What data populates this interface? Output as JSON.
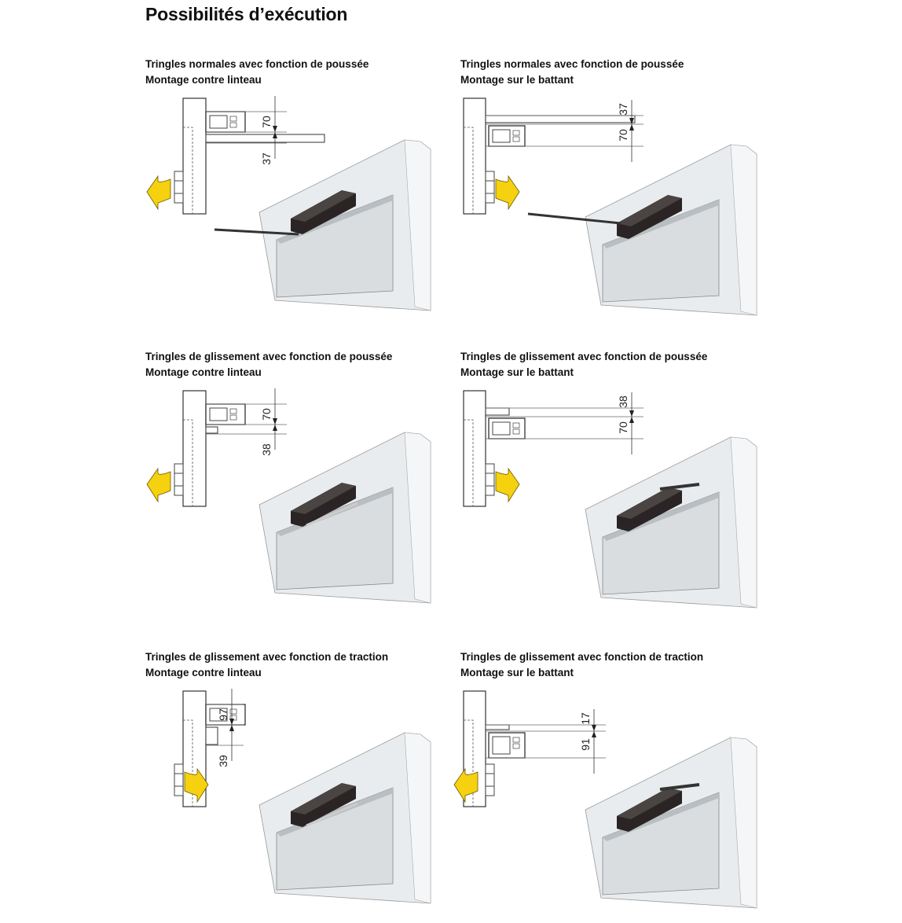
{
  "title": "Possibilités d’exécution",
  "panels": [
    {
      "line1": "Tringles normales avec fonction de poussée",
      "line2": "Montage contre linteau",
      "mount": "lintel",
      "arrow": "left",
      "dims": [
        "70",
        "37"
      ]
    },
    {
      "line1": "Tringles normales avec fonction de poussée",
      "line2": "Montage sur le battant",
      "mount": "leaf",
      "arrow": "right",
      "dims": [
        "37",
        "70"
      ]
    },
    {
      "line1": "Tringles de glissement avec fonction de poussée",
      "line2": "Montage contre linteau",
      "mount": "lintel",
      "arrow": "left",
      "dims": [
        "70",
        "38"
      ]
    },
    {
      "line1": "Tringles de glissement avec fonction de poussée",
      "line2": "Montage sur le battant",
      "mount": "leaf",
      "arrow": "right",
      "dims": [
        "38",
        "70"
      ]
    },
    {
      "line1": "Tringles de glissement avec fonction de traction",
      "line2": "Montage contre linteau",
      "mount": "lintel",
      "arrow": "right",
      "dims": [
        "97",
        "39"
      ]
    },
    {
      "line1": "Tringles de glissement avec fonction de traction",
      "line2": "Montage sur le battant",
      "mount": "leaf",
      "arrow": "left",
      "dims": [
        "17",
        "91"
      ]
    }
  ],
  "colors": {
    "arrow": "#f5d10f",
    "closer": "#2a2524",
    "frame": "#e9ecee",
    "door": "#d9dde0"
  }
}
